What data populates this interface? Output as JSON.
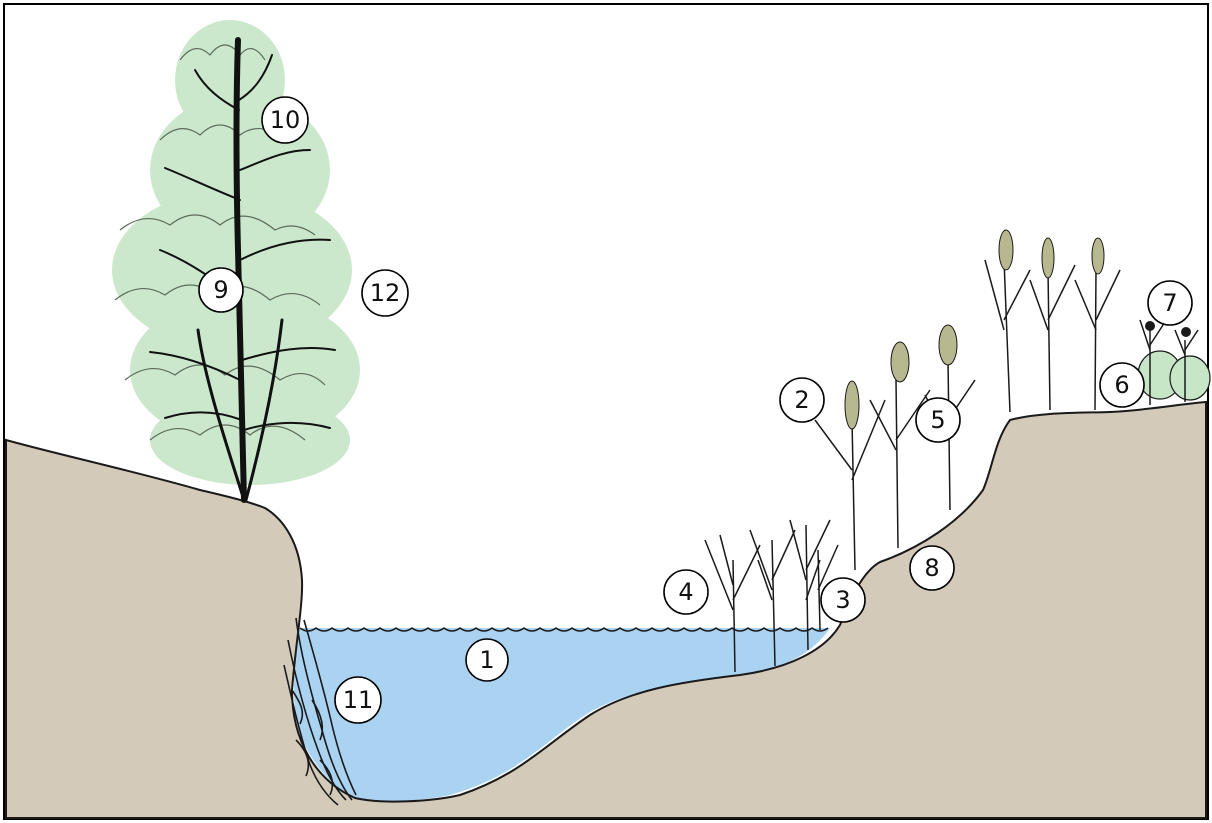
{
  "colors": {
    "soil": "#d3cab9",
    "water": "#a9d3f1",
    "foliage": "#c6e6c7",
    "ink": "#1a1a1a",
    "seed_head": "#b8b890"
  },
  "labels": [
    {
      "id": "1",
      "text": "1"
    },
    {
      "id": "2",
      "text": "2"
    },
    {
      "id": "3",
      "text": "3"
    },
    {
      "id": "4",
      "text": "4"
    },
    {
      "id": "5",
      "text": "5"
    },
    {
      "id": "6",
      "text": "6"
    },
    {
      "id": "7",
      "text": "7"
    },
    {
      "id": "8",
      "text": "8"
    },
    {
      "id": "9",
      "text": "9"
    },
    {
      "id": "10",
      "text": "10"
    },
    {
      "id": "11",
      "text": "11"
    },
    {
      "id": "12",
      "text": "12"
    }
  ]
}
